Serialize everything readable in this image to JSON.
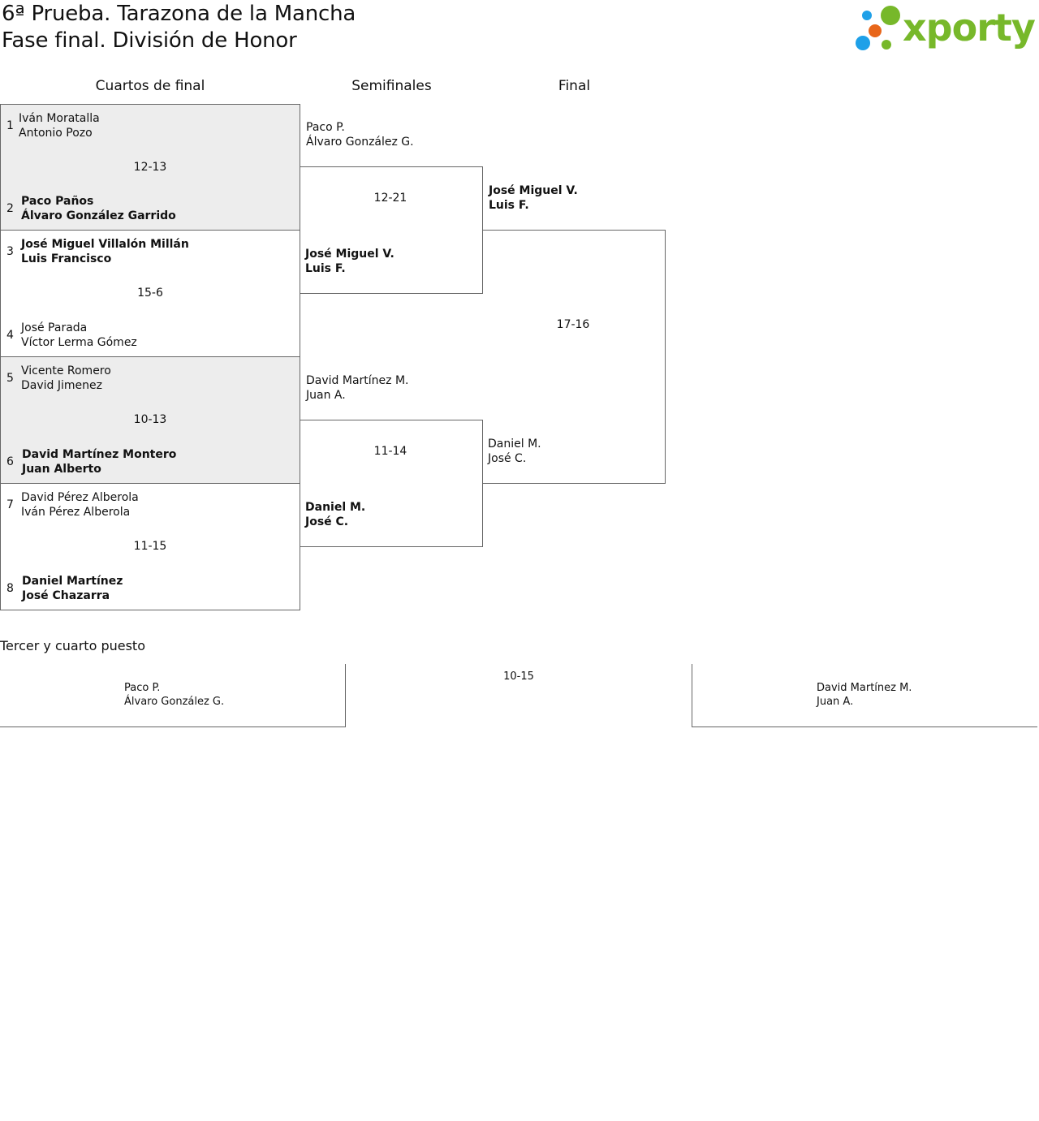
{
  "header": {
    "title_line1": "6ª Prueba. Tarazona de la Mancha",
    "title_line2": "Fase final. División de Honor",
    "logo_text": "xporty",
    "logo_colors": {
      "blue": "#1ea0e8",
      "orange": "#e8661a",
      "green": "#77b82a"
    }
  },
  "rounds": {
    "quarters": "Cuartos de final",
    "semis": "Semifinales",
    "final": "Final"
  },
  "quarterfinals": [
    {
      "score": "12-13",
      "top": {
        "seed": "1",
        "p1": "Iván Moratalla",
        "p2": "Antonio Pozo"
      },
      "bottom": {
        "seed": "2",
        "p1": "Paco Paños",
        "p2": "Álvaro González Garrido"
      }
    },
    {
      "score": "15-6",
      "top": {
        "seed": "3",
        "p1": "José Miguel Villalón Millán",
        "p2": "Luis Francisco"
      },
      "bottom": {
        "seed": "4",
        "p1": "José Parada",
        "p2": "Víctor Lerma Gómez"
      }
    },
    {
      "score": "10-13",
      "top": {
        "seed": "5",
        "p1": "Vicente Romero",
        "p2": "David Jimenez"
      },
      "bottom": {
        "seed": "6",
        "p1": "David Martínez Montero",
        "p2": "Juan Alberto"
      }
    },
    {
      "score": "11-15",
      "top": {
        "seed": "7",
        "p1": "David Pérez Alberola",
        "p2": "Iván Pérez Alberola"
      },
      "bottom": {
        "seed": "8",
        "p1": "Daniel Martínez",
        "p2": "José Chazarra"
      }
    }
  ],
  "semifinals": [
    {
      "score": "12-21",
      "top": {
        "p1": "Paco P.",
        "p2": "Álvaro González G."
      },
      "bottom": {
        "p1": "José Miguel V.",
        "p2": "Luis F."
      }
    },
    {
      "score": "11-14",
      "top": {
        "p1": "David Martínez M.",
        "p2": "Juan A."
      },
      "bottom": {
        "p1": "Daniel M.",
        "p2": "José C."
      }
    }
  ],
  "final": {
    "score": "17-16",
    "top": {
      "p1": "José Miguel V.",
      "p2": "Luis F."
    },
    "bottom": {
      "p1": "Daniel M.",
      "p2": "José C."
    }
  },
  "third_place": {
    "heading": "Tercer y cuarto puesto",
    "score": "10-15",
    "left": {
      "p1": "Paco P.",
      "p2": "Álvaro González G."
    },
    "right": {
      "p1": "David Martínez M.",
      "p2": "Juan A."
    }
  }
}
